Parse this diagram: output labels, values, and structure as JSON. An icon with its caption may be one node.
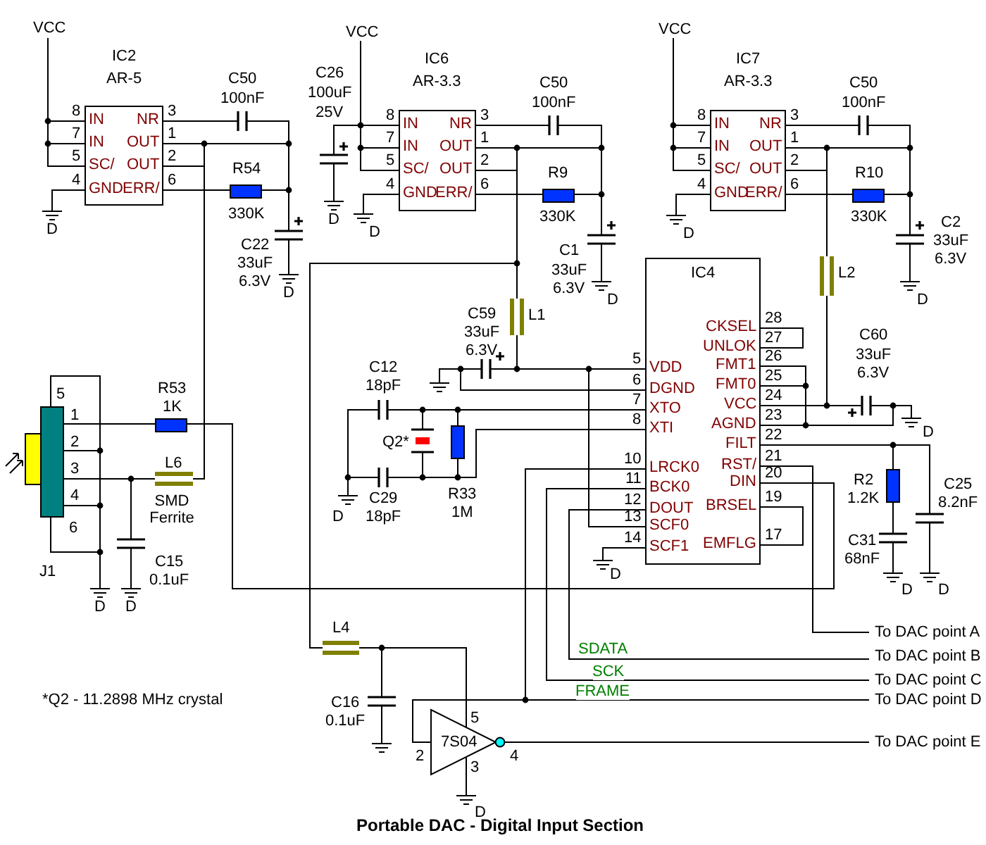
{
  "diagram": {
    "title": "Portable DAC - Digital Input Section",
    "nodes": [
      {
        "text": [
          "VCC"
        ]
      },
      {
        "text": [
          "IC2",
          "AR-5",
          "IN",
          "IN",
          "SC/",
          "GND",
          "NR",
          "OUT",
          "OUT",
          "ERR/"
        ],
        "beside": [
          "8",
          "7",
          "5",
          "4",
          "3",
          "1",
          "2",
          "6"
        ]
      },
      {
        "text": [
          "C50",
          "100nF"
        ]
      },
      {
        "text": [
          "R54",
          "330K"
        ]
      },
      {
        "text": [
          "C22",
          "33uF",
          "6.3V"
        ]
      },
      {
        "text": [
          "D"
        ]
      },
      {
        "text": [
          "D"
        ]
      },
      {
        "text": [
          "VCC"
        ]
      },
      {
        "text": [
          "C26",
          "100uF",
          "25V"
        ]
      },
      {
        "text": [
          "D"
        ]
      },
      {
        "text": [
          "IC6",
          "AR-3.3",
          "IN",
          "IN",
          "SC/",
          "GND",
          "NR",
          "OUT",
          "OUT",
          "ERR/"
        ],
        "beside": [
          "8",
          "7",
          "5",
          "4",
          "3",
          "1",
          "2",
          "6"
        ]
      },
      {
        "text": [
          "D"
        ]
      },
      {
        "text": [
          "C50",
          "100nF"
        ]
      },
      {
        "text": [
          "R9",
          "330K"
        ]
      },
      {
        "text": [
          "C1",
          "33uF",
          "6.3V"
        ]
      },
      {
        "text": [
          "D"
        ]
      },
      {
        "text": [
          "VCC"
        ]
      },
      {
        "text": [
          "IC7",
          "AR-3.3",
          "IN",
          "IN",
          "SC/",
          "GND",
          "NR",
          "OUT",
          "OUT",
          "ERR/"
        ],
        "beside": [
          "8",
          "7",
          "5",
          "4",
          "3",
          "1",
          "2",
          "6"
        ]
      },
      {
        "text": [
          "D"
        ]
      },
      {
        "text": [
          "C50",
          "100nF"
        ]
      },
      {
        "text": [
          "R10",
          "330K"
        ]
      },
      {
        "text": [
          "C2",
          "33uF",
          "6.3V"
        ]
      },
      {
        "text": [
          "D"
        ]
      },
      {
        "text": [
          "L1"
        ]
      },
      {
        "text": [
          "L2"
        ]
      },
      {
        "text": [
          "IC4",
          "VDD",
          "DGND",
          "XTO",
          "XTI",
          "LRCK0",
          "BCK0",
          "DOUT",
          "SCF0",
          "SCF1",
          "CKSEL",
          "UNLOK",
          "FMT1",
          "FMT0",
          "VCC",
          "AGND",
          "FILT",
          "RST/",
          "DIN",
          "BRSEL",
          "EMFLG"
        ],
        "beside": [
          "5",
          "6",
          "7",
          "8",
          "10",
          "11",
          "12",
          "13",
          "14",
          "28",
          "27",
          "26",
          "25",
          "24",
          "23",
          "22",
          "21",
          "20",
          "19",
          "17"
        ]
      },
      {
        "text": [
          "C59",
          "33uF",
          "6.3V"
        ]
      },
      {
        "text": [],
        "shape": "ground"
      },
      {
        "text": [
          "C12",
          "18pF"
        ]
      },
      {
        "text": [
          "C29",
          "18pF"
        ]
      },
      {
        "text": [
          "Q2*"
        ]
      },
      {
        "text": [
          "R33",
          "1M"
        ]
      },
      {
        "text": [
          "D"
        ]
      },
      {
        "text": [
          "D"
        ]
      },
      {
        "text": [
          "C60",
          "33uF",
          "6.3V"
        ]
      },
      {
        "text": [
          "D"
        ]
      },
      {
        "text": [
          "R2",
          "1.2K"
        ]
      },
      {
        "text": [
          "C31",
          "68nF"
        ]
      },
      {
        "text": [
          "D"
        ]
      },
      {
        "text": [
          "C25",
          "8.2nF"
        ]
      },
      {
        "text": [
          "D"
        ]
      },
      {
        "text": [
          "J1"
        ],
        "beside": [
          "5",
          "1",
          "2",
          "3",
          "4",
          "6"
        ]
      },
      {
        "text": [
          "R53",
          "1K"
        ]
      },
      {
        "text": [
          "L6",
          "SMD Ferrite"
        ]
      },
      {
        "text": [
          "C15",
          "0.1uF"
        ]
      },
      {
        "text": [
          "D"
        ]
      },
      {
        "text": [
          "D"
        ]
      },
      {
        "text": [
          "L4"
        ]
      },
      {
        "text": [
          "C16",
          "0.1uF"
        ]
      },
      {
        "text": [],
        "shape": "ground"
      },
      {
        "text": [
          "7S04"
        ],
        "beside": [
          "5",
          "2",
          "3",
          "4"
        ]
      },
      {
        "text": [
          "D"
        ]
      },
      {
        "text": [
          "To DAC point A"
        ]
      },
      {
        "text": [
          "To DAC point B"
        ]
      },
      {
        "text": [
          "To DAC point C"
        ]
      },
      {
        "text": [
          "To DAC point D"
        ]
      },
      {
        "text": [
          "To DAC point E"
        ]
      }
    ],
    "edges": [
      {
        "from": 0,
        "to": 1,
        "arrow": "none"
      },
      {
        "from": 1,
        "to": 5,
        "arrow": "none"
      },
      {
        "from": 1,
        "to": 2,
        "arrow": "none"
      },
      {
        "from": 2,
        "to": 4,
        "arrow": "none"
      },
      {
        "from": 1,
        "to": 3,
        "arrow": "none"
      },
      {
        "from": 3,
        "to": 4,
        "arrow": "none"
      },
      {
        "from": 1,
        "to": 4,
        "arrow": "none"
      },
      {
        "from": 4,
        "to": 6,
        "arrow": "none"
      },
      {
        "from": 1,
        "to": 43,
        "arrow": "none"
      },
      {
        "from": 7,
        "to": 10,
        "arrow": "none"
      },
      {
        "from": 7,
        "to": 8,
        "arrow": "none"
      },
      {
        "from": 8,
        "to": 9,
        "arrow": "none"
      },
      {
        "from": 10,
        "to": 11,
        "arrow": "none"
      },
      {
        "from": 10,
        "to": 12,
        "arrow": "none"
      },
      {
        "from": 12,
        "to": 14,
        "arrow": "none"
      },
      {
        "from": 10,
        "to": 13,
        "arrow": "none"
      },
      {
        "from": 13,
        "to": 14,
        "arrow": "none"
      },
      {
        "from": 10,
        "to": 14,
        "arrow": "none"
      },
      {
        "from": 14,
        "to": 15,
        "arrow": "none"
      },
      {
        "from": 10,
        "to": 23,
        "arrow": "none"
      },
      {
        "from": 10,
        "to": 47,
        "arrow": "none"
      },
      {
        "from": 23,
        "to": 25,
        "arrow": "none"
      },
      {
        "from": 26,
        "to": 25,
        "arrow": "none"
      },
      {
        "from": 26,
        "to": 27,
        "arrow": "none"
      },
      {
        "from": 27,
        "to": 25,
        "arrow": "none"
      },
      {
        "from": 25,
        "to": 28,
        "arrow": "none"
      },
      {
        "from": 25,
        "to": 30,
        "arrow": "none"
      },
      {
        "from": 25,
        "to": 31,
        "arrow": "none"
      },
      {
        "from": 25,
        "to": 31,
        "arrow": "none"
      },
      {
        "from": 25,
        "to": 30,
        "arrow": "none"
      },
      {
        "from": 25,
        "to": 29,
        "arrow": "none"
      },
      {
        "from": 28,
        "to": 32,
        "arrow": "none"
      },
      {
        "from": 29,
        "to": 32,
        "arrow": "none"
      },
      {
        "from": 25,
        "to": 33,
        "arrow": "none"
      },
      {
        "from": 16,
        "to": 17,
        "arrow": "none"
      },
      {
        "from": 17,
        "to": 18,
        "arrow": "none"
      },
      {
        "from": 17,
        "to": 19,
        "arrow": "none"
      },
      {
        "from": 19,
        "to": 21,
        "arrow": "none"
      },
      {
        "from": 17,
        "to": 20,
        "arrow": "none"
      },
      {
        "from": 20,
        "to": 21,
        "arrow": "none"
      },
      {
        "from": 17,
        "to": 21,
        "arrow": "none"
      },
      {
        "from": 21,
        "to": 22,
        "arrow": "none"
      },
      {
        "from": 17,
        "to": 24,
        "arrow": "none"
      },
      {
        "from": 24,
        "to": 25,
        "arrow": "none"
      },
      {
        "from": 24,
        "to": 34,
        "arrow": "none"
      },
      {
        "from": 34,
        "to": 35,
        "arrow": "none"
      },
      {
        "from": 25,
        "to": 35,
        "arrow": "none"
      },
      {
        "from": 25,
        "to": 35,
        "arrow": "none"
      },
      {
        "from": 25,
        "to": 36,
        "arrow": "none"
      },
      {
        "from": 36,
        "to": 37,
        "arrow": "none"
      },
      {
        "from": 37,
        "to": 38,
        "arrow": "none"
      },
      {
        "from": 25,
        "to": 39,
        "arrow": "none"
      },
      {
        "from": 39,
        "to": 40,
        "arrow": "none"
      },
      {
        "from": 41,
        "to": 42,
        "arrow": "none"
      },
      {
        "from": 42,
        "to": 25,
        "arrow": "none"
      },
      {
        "from": 41,
        "to": 43,
        "arrow": "none"
      },
      {
        "from": 41,
        "to": 44,
        "arrow": "none"
      },
      {
        "from": 44,
        "to": 46,
        "arrow": "none"
      },
      {
        "from": 41,
        "to": 45,
        "arrow": "none"
      },
      {
        "from": 47,
        "to": 48,
        "arrow": "none"
      },
      {
        "from": 48,
        "to": 49,
        "arrow": "none"
      },
      {
        "from": 47,
        "to": 50,
        "arrow": "none"
      },
      {
        "from": 50,
        "to": 51,
        "arrow": "none"
      },
      {
        "from": 25,
        "to": 52,
        "arrow": "none"
      },
      {
        "from": 25,
        "to": 53,
        "label": "SDATA",
        "arrow": "none"
      },
      {
        "from": 25,
        "to": 54,
        "label": "SCK",
        "arrow": "none"
      },
      {
        "from": 25,
        "to": 55,
        "label": "FRAME",
        "arrow": "none"
      },
      {
        "from": 25,
        "to": 50,
        "arrow": "none"
      },
      {
        "from": 50,
        "to": 56,
        "arrow": "none"
      }
    ],
    "labels": [
      "*Q2 - 11.2898 MHz crystal"
    ]
  }
}
